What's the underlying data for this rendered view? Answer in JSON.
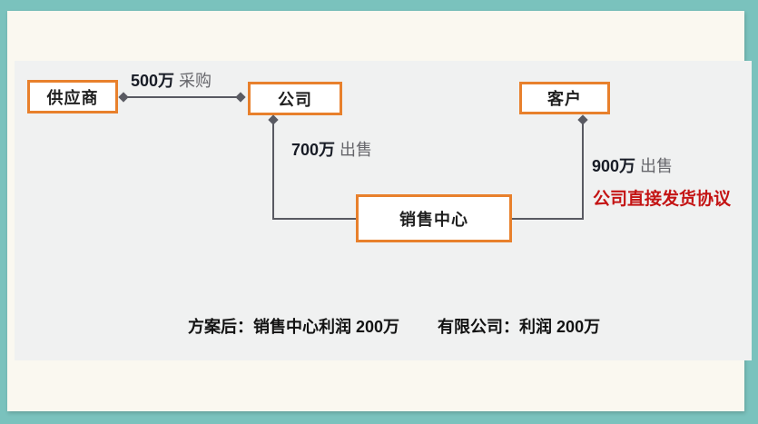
{
  "slide": {
    "type": "flow-diagram",
    "colors": {
      "frame_teal": "#7ac2bd",
      "slide_bg": "#faf8f0",
      "panel_bg": "#f0f1f1",
      "node_border_orange": "#e8802c",
      "connector_gray": "#595a62",
      "label_black": "#181c26",
      "label_gray": "#66666b",
      "annotation_red": "#c41414"
    }
  },
  "nodes": [
    {
      "id": "supplier",
      "label": "供应商"
    },
    {
      "id": "company",
      "label": "公司"
    },
    {
      "id": "customer",
      "label": "客户"
    },
    {
      "id": "sales-center",
      "label": "销售中心"
    }
  ],
  "edges": [
    {
      "id": "supplier-company",
      "amount": "500万",
      "action": "采购"
    },
    {
      "id": "company-sales",
      "amount": "700万",
      "action": "出售"
    },
    {
      "id": "sales-customer",
      "amount": "900万",
      "action": "出售"
    }
  ],
  "annotations": {
    "direct_shipping": "公司直接发货协议",
    "footer_left": "方案后：销售中心利润 200万",
    "footer_right": "有限公司：利润 200万"
  }
}
